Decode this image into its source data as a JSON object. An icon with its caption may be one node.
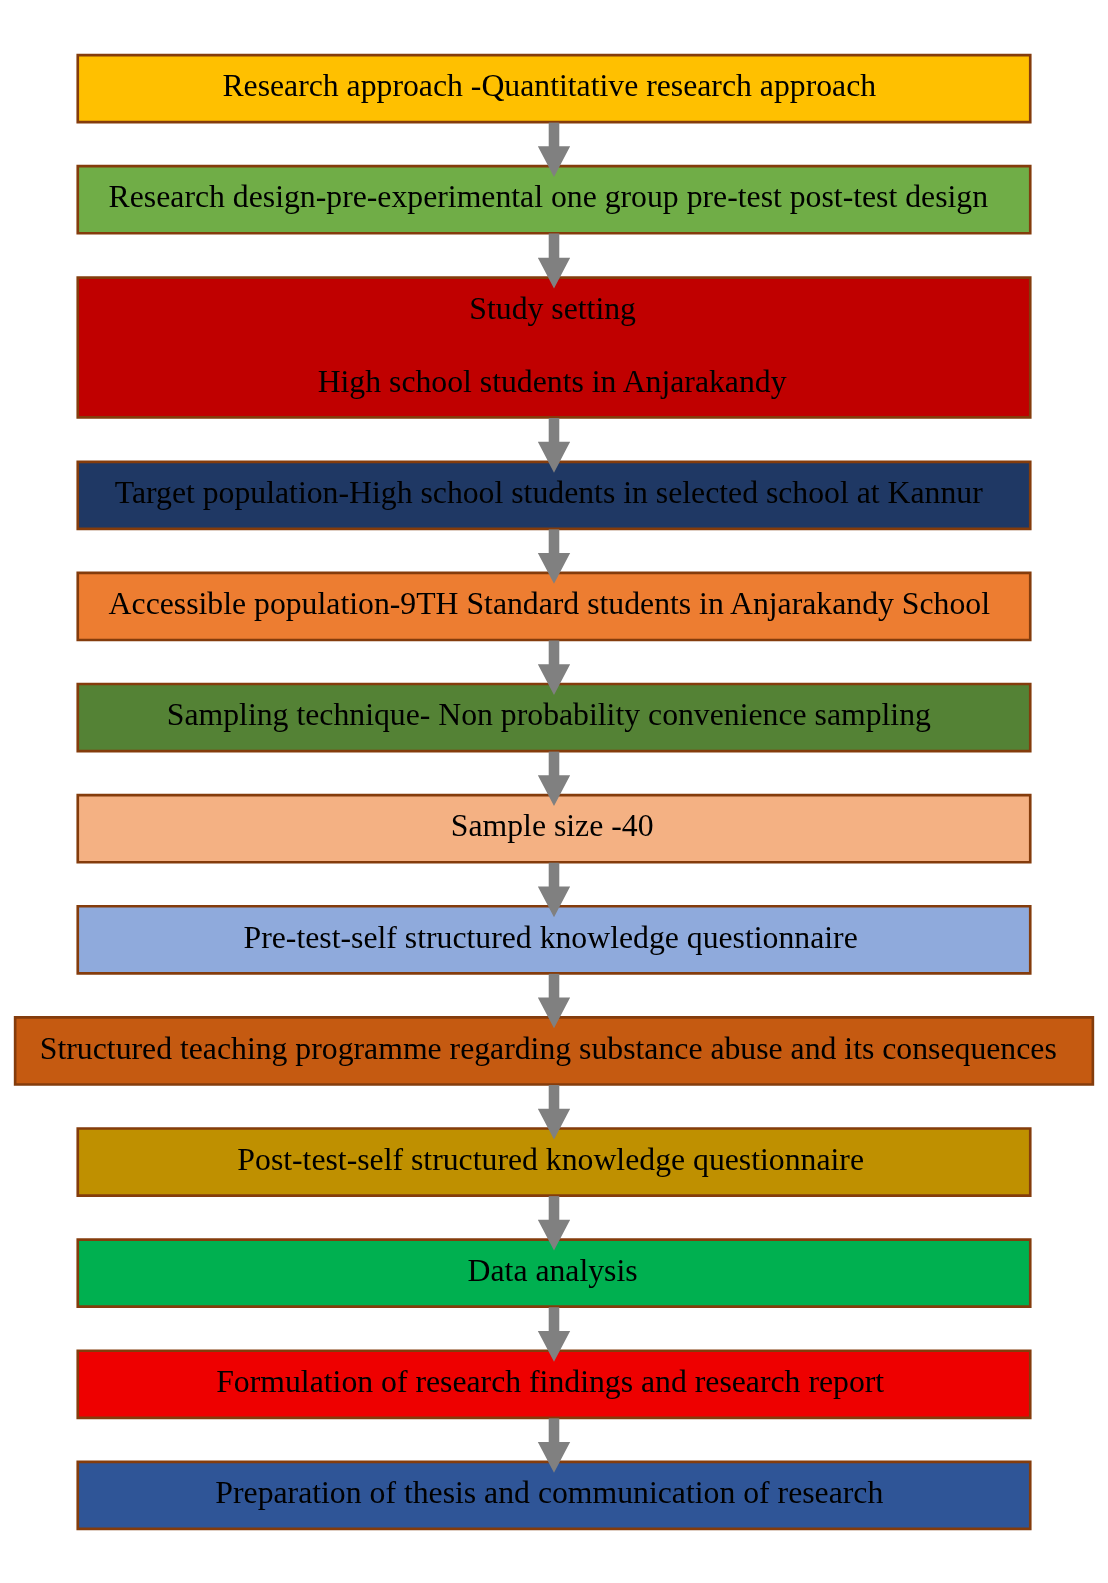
{
  "diagram": {
    "nodes": [
      {
        "text": [
          "Research approach -Quantitative research approach"
        ]
      },
      {
        "text": [
          "Research design-pre-experimental one group pre-test post-test design"
        ]
      },
      {
        "text": [
          "Study setting",
          "High school students in Anjarakandy"
        ]
      },
      {
        "text": [
          "Target population-High school students in selected school at Kannur"
        ]
      },
      {
        "text": [
          "Accessible population-9TH Standard students in Anjarakandy School"
        ]
      },
      {
        "text": [
          "Sampling technique- Non probability convenience sampling"
        ]
      },
      {
        "text": [
          "Sample size -40"
        ]
      },
      {
        "text": [
          "Pre-test-self structured knowledge questionnaire"
        ]
      },
      {
        "text": [
          "Structured teaching programme regarding substance abuse and its consequences"
        ]
      },
      {
        "text": [
          "Post-test-self structured knowledge questionnaire"
        ]
      },
      {
        "text": [
          "Data analysis"
        ]
      },
      {
        "text": [
          "Formulation of research findings and research report"
        ]
      },
      {
        "text": [
          "Preparation of thesis and communication of research"
        ]
      }
    ],
    "edges": [
      {
        "from": 0,
        "to": 1,
        "arrow": "to"
      },
      {
        "from": 1,
        "to": 2,
        "arrow": "to"
      },
      {
        "from": 2,
        "to": 3,
        "arrow": "to"
      },
      {
        "from": 3,
        "to": 4,
        "arrow": "to"
      },
      {
        "from": 4,
        "to": 5,
        "arrow": "to"
      },
      {
        "from": 5,
        "to": 6,
        "arrow": "to"
      },
      {
        "from": 6,
        "to": 7,
        "arrow": "to"
      },
      {
        "from": 7,
        "to": 8,
        "arrow": "to"
      },
      {
        "from": 8,
        "to": 9,
        "arrow": "to"
      },
      {
        "from": 9,
        "to": 10,
        "arrow": "to"
      },
      {
        "from": 10,
        "to": 11,
        "arrow": "to"
      },
      {
        "from": 11,
        "to": 12,
        "arrow": "to"
      }
    ]
  }
}
